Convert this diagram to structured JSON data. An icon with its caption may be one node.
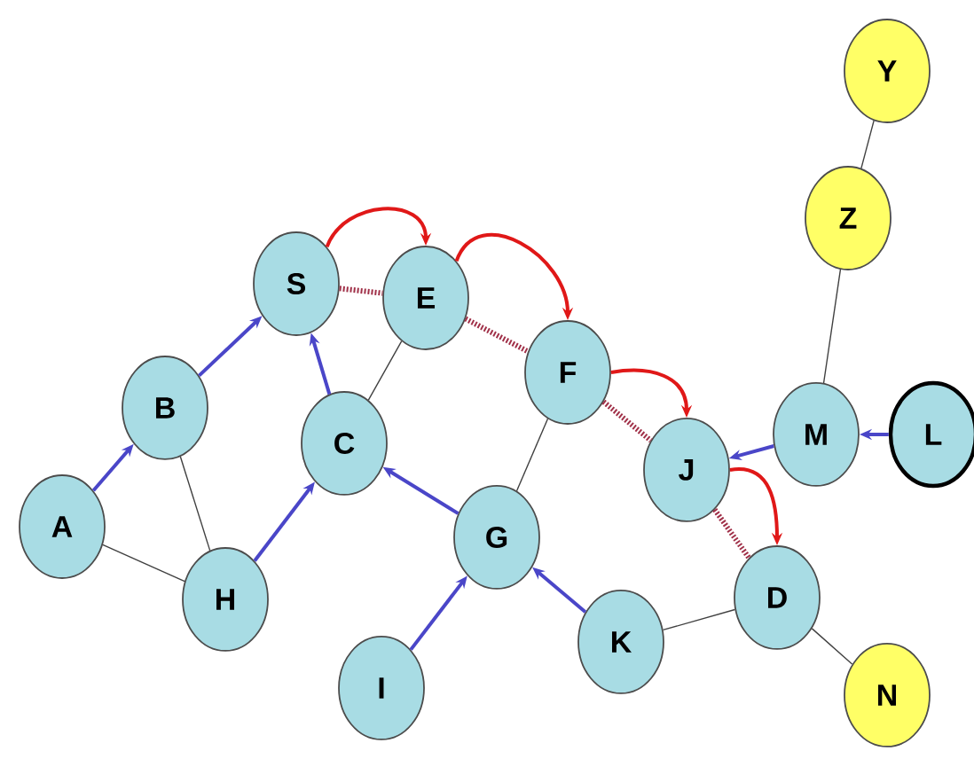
{
  "diagram": {
    "nodes": [
      {
        "text": [
          "Y"
        ]
      },
      {
        "text": [
          "Z"
        ]
      },
      {
        "text": [
          "S"
        ]
      },
      {
        "text": [
          "E"
        ]
      },
      {
        "text": [
          "F"
        ]
      },
      {
        "text": [
          "B"
        ]
      },
      {
        "text": [
          "C"
        ]
      },
      {
        "text": [
          "M"
        ]
      },
      {
        "text": [
          "L"
        ]
      },
      {
        "text": [
          "J"
        ]
      },
      {
        "text": [
          "A"
        ]
      },
      {
        "text": [
          "G"
        ]
      },
      {
        "text": [
          "H"
        ]
      },
      {
        "text": [
          "D"
        ]
      },
      {
        "text": [
          "K"
        ]
      },
      {
        "text": [
          "I"
        ]
      },
      {
        "text": [
          "N"
        ]
      }
    ],
    "edges": [
      {
        "from": 10,
        "to": 5,
        "arrow": "to"
      },
      {
        "from": 5,
        "to": 2,
        "arrow": "to"
      },
      {
        "from": 6,
        "to": 2,
        "arrow": "to"
      },
      {
        "from": 12,
        "to": 6,
        "arrow": "to"
      },
      {
        "from": 11,
        "to": 6,
        "arrow": "to"
      },
      {
        "from": 15,
        "to": 11,
        "arrow": "to"
      },
      {
        "from": 14,
        "to": 11,
        "arrow": "to"
      },
      {
        "from": 7,
        "to": 9,
        "arrow": "to"
      },
      {
        "from": 8,
        "to": 7,
        "arrow": "to"
      },
      {
        "from": 10,
        "to": 12,
        "arrow": "none",
        "color": "#404040"
      },
      {
        "from": 5,
        "to": 12,
        "arrow": "none",
        "color": "#404040"
      },
      {
        "from": 3,
        "to": 6,
        "arrow": "none",
        "color": "#404040"
      },
      {
        "from": 4,
        "to": 11,
        "arrow": "none",
        "color": "#404040"
      },
      {
        "from": 14,
        "to": 13,
        "arrow": "none",
        "color": "#404040"
      },
      {
        "from": 13,
        "to": 16,
        "arrow": "none",
        "color": "#404040"
      },
      {
        "from": 7,
        "to": 1,
        "arrow": "none",
        "color": "#404040"
      },
      {
        "from": 1,
        "to": 0,
        "arrow": "none",
        "color": "#404040"
      },
      {
        "from": 2,
        "to": 3,
        "arrow": "none",
        "style": "dashed",
        "color": "#a03048"
      },
      {
        "from": 3,
        "to": 4,
        "arrow": "none",
        "style": "dashed",
        "color": "#a03048"
      },
      {
        "from": 4,
        "to": 9,
        "arrow": "none",
        "style": "dashed",
        "color": "#a03048"
      },
      {
        "from": 9,
        "to": 13,
        "arrow": "none",
        "style": "dashed",
        "color": "#a03048"
      },
      {
        "from": 2,
        "to": 3,
        "arrow": "to",
        "color": "#e01818"
      },
      {
        "from": 3,
        "to": 4,
        "arrow": "to",
        "color": "#e01818"
      },
      {
        "from": 4,
        "to": 9,
        "arrow": "to",
        "color": "#e01818"
      },
      {
        "from": 9,
        "to": 13,
        "arrow": "to",
        "color": "#e01818"
      }
    ]
  }
}
